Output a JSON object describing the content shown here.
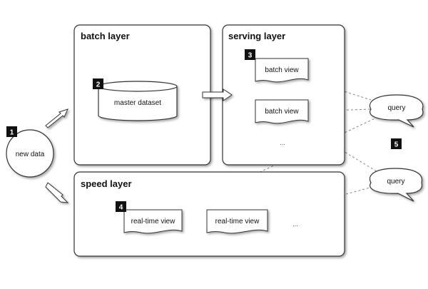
{
  "layers": {
    "batch": {
      "title": "batch layer"
    },
    "serving": {
      "title": "serving layer"
    },
    "speed": {
      "title": "speed layer"
    }
  },
  "nodes": {
    "new_data": "new data",
    "master_dataset": "master dataset",
    "batch_view_1": "batch view",
    "batch_view_2": "batch view",
    "serving_more": "...",
    "realtime_view_1": "real-time view",
    "realtime_view_2": "real-time view",
    "speed_more": "...",
    "query_1": "query",
    "query_2": "query"
  },
  "badges": {
    "new_data": "1",
    "master_dataset": "2",
    "serving": "3",
    "speed": "4",
    "query": "5"
  },
  "colors": {
    "badge": "#111111",
    "connector": "#888888"
  }
}
